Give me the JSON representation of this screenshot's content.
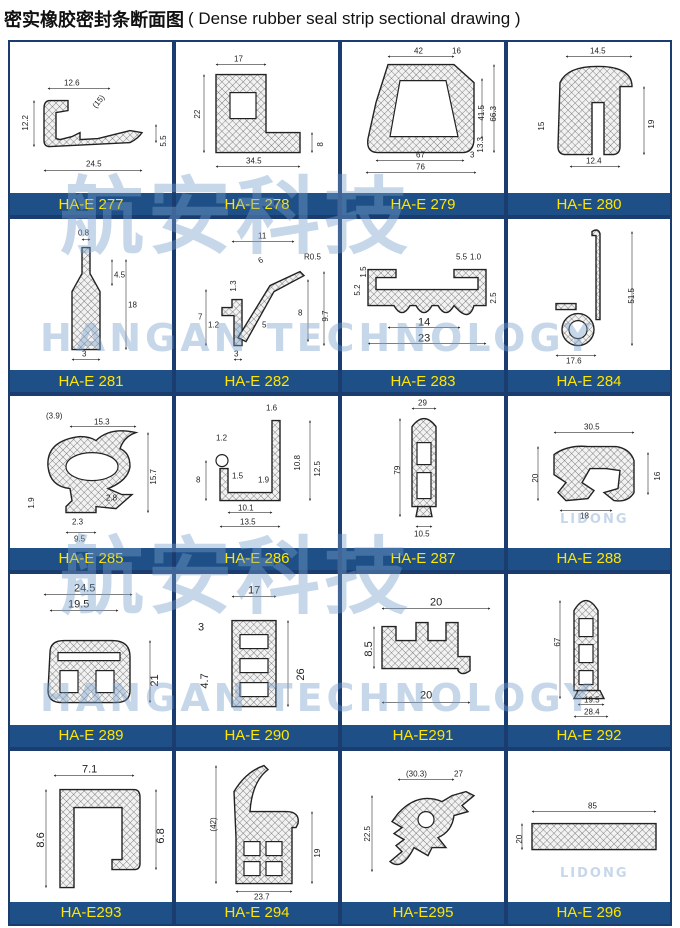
{
  "header": {
    "title_cn": "密实橡胶密封条断面图",
    "title_en": "( Dense rubber seal strip sectional drawing )"
  },
  "watermark": {
    "cn": "航安科技",
    "en": "HANGAN TECHNOLOGY",
    "alt": "LIDONG"
  },
  "colors": {
    "label_bg": "#1e4f86",
    "label_text": "#ffe600",
    "border": "#1a3c6e",
    "watermark": "#78a0cd"
  },
  "items": [
    {
      "code": "HA-E 277",
      "dims": [
        "12.6",
        "(15)",
        "12.2",
        "5.5",
        "24.5"
      ]
    },
    {
      "code": "HA-E 278",
      "dims": [
        "17",
        "22",
        "8",
        "34.5"
      ]
    },
    {
      "code": "HA-E 279",
      "dims": [
        "42",
        "16",
        "41.5",
        "66.3",
        "13.3",
        "67",
        "3",
        "76"
      ]
    },
    {
      "code": "HA-E 280",
      "dims": [
        "14.5",
        "15",
        "19",
        "12.4"
      ]
    },
    {
      "code": "HA-E 281",
      "dims": [
        "0.8",
        "4.5",
        "18",
        "3"
      ]
    },
    {
      "code": "HA-E 282",
      "dims": [
        "11",
        "R0.5",
        "6",
        "1.3",
        "7",
        "1.2",
        "5",
        "8",
        "9.7",
        "3"
      ]
    },
    {
      "code": "HA-E 283",
      "dims": [
        "5.5",
        "1.0",
        "1.5",
        "5.2",
        "14",
        "23",
        "2.5"
      ]
    },
    {
      "code": "HA-E 284",
      "dims": [
        "51.5",
        "17.6"
      ]
    },
    {
      "code": "HA-E 285",
      "dims": [
        "(3.9)",
        "15.3",
        "15.7",
        "1.9",
        "2.8",
        "2.3",
        "9.5"
      ]
    },
    {
      "code": "HA-E 286",
      "dims": [
        "1.6",
        "1.2",
        "10.8",
        "12.5",
        "8",
        "1.5",
        "1.9",
        "10.1",
        "13.5"
      ]
    },
    {
      "code": "HA-E 287",
      "dims": [
        "29",
        "79",
        "10.5"
      ]
    },
    {
      "code": "HA-E 288",
      "dims": [
        "30.5",
        "20",
        "16",
        "18"
      ]
    },
    {
      "code": "HA-E 289",
      "dims": [
        "24.5",
        "19.5",
        "21"
      ]
    },
    {
      "code": "HA-E 290",
      "dims": [
        "17",
        "3",
        "4.7",
        "26"
      ]
    },
    {
      "code": "HA-E291",
      "dims": [
        "20",
        "8.5",
        "20"
      ]
    },
    {
      "code": "HA-E 292",
      "dims": [
        "67",
        "19.5",
        "28.4"
      ]
    },
    {
      "code": "HA-E293",
      "dims": [
        "7.1",
        "8.6",
        "6.8"
      ]
    },
    {
      "code": "HA-E 294",
      "dims": [
        "(42)",
        "19",
        "23.7"
      ]
    },
    {
      "code": "HA-E295",
      "dims": [
        "(30.3)",
        "27",
        "22.5"
      ]
    },
    {
      "code": "HA-E 296",
      "dims": [
        "85",
        "20"
      ]
    }
  ]
}
